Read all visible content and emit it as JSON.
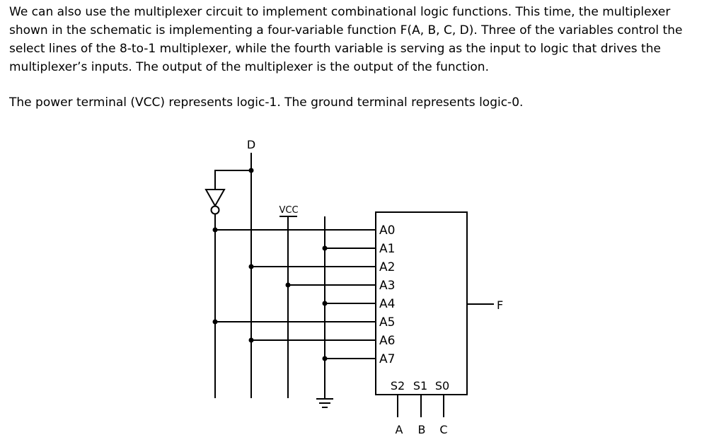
{
  "text": {
    "paragraph1": "We can also use the multiplexer circuit to implement combinational logic functions. This time, the multiplexer shown in the schematic is implementing a four-variable function F(A, B, C, D). Three of the variables control the select lines of the 8-to-1 multiplexer, while the fourth variable is serving as the input to logic that drives the multiplexer’s inputs. The output of the multiplexer is the output of the function.",
    "paragraph2": "The power terminal (VCC) represents logic-1. The ground terminal represents logic-0."
  },
  "schematic": {
    "input_label": "D",
    "vcc_label": "VCC",
    "mux_inputs": [
      "A0",
      "A1",
      "A2",
      "A3",
      "A4",
      "A5",
      "A6",
      "A7"
    ],
    "select_labels": [
      "S2",
      "S1",
      "S0"
    ],
    "select_signals": [
      "A",
      "B",
      "C"
    ],
    "output_label": "F",
    "input_sources": [
      "not-D",
      "GND",
      "D",
      "VCC",
      "GND",
      "not-D",
      "D",
      "GND"
    ]
  }
}
